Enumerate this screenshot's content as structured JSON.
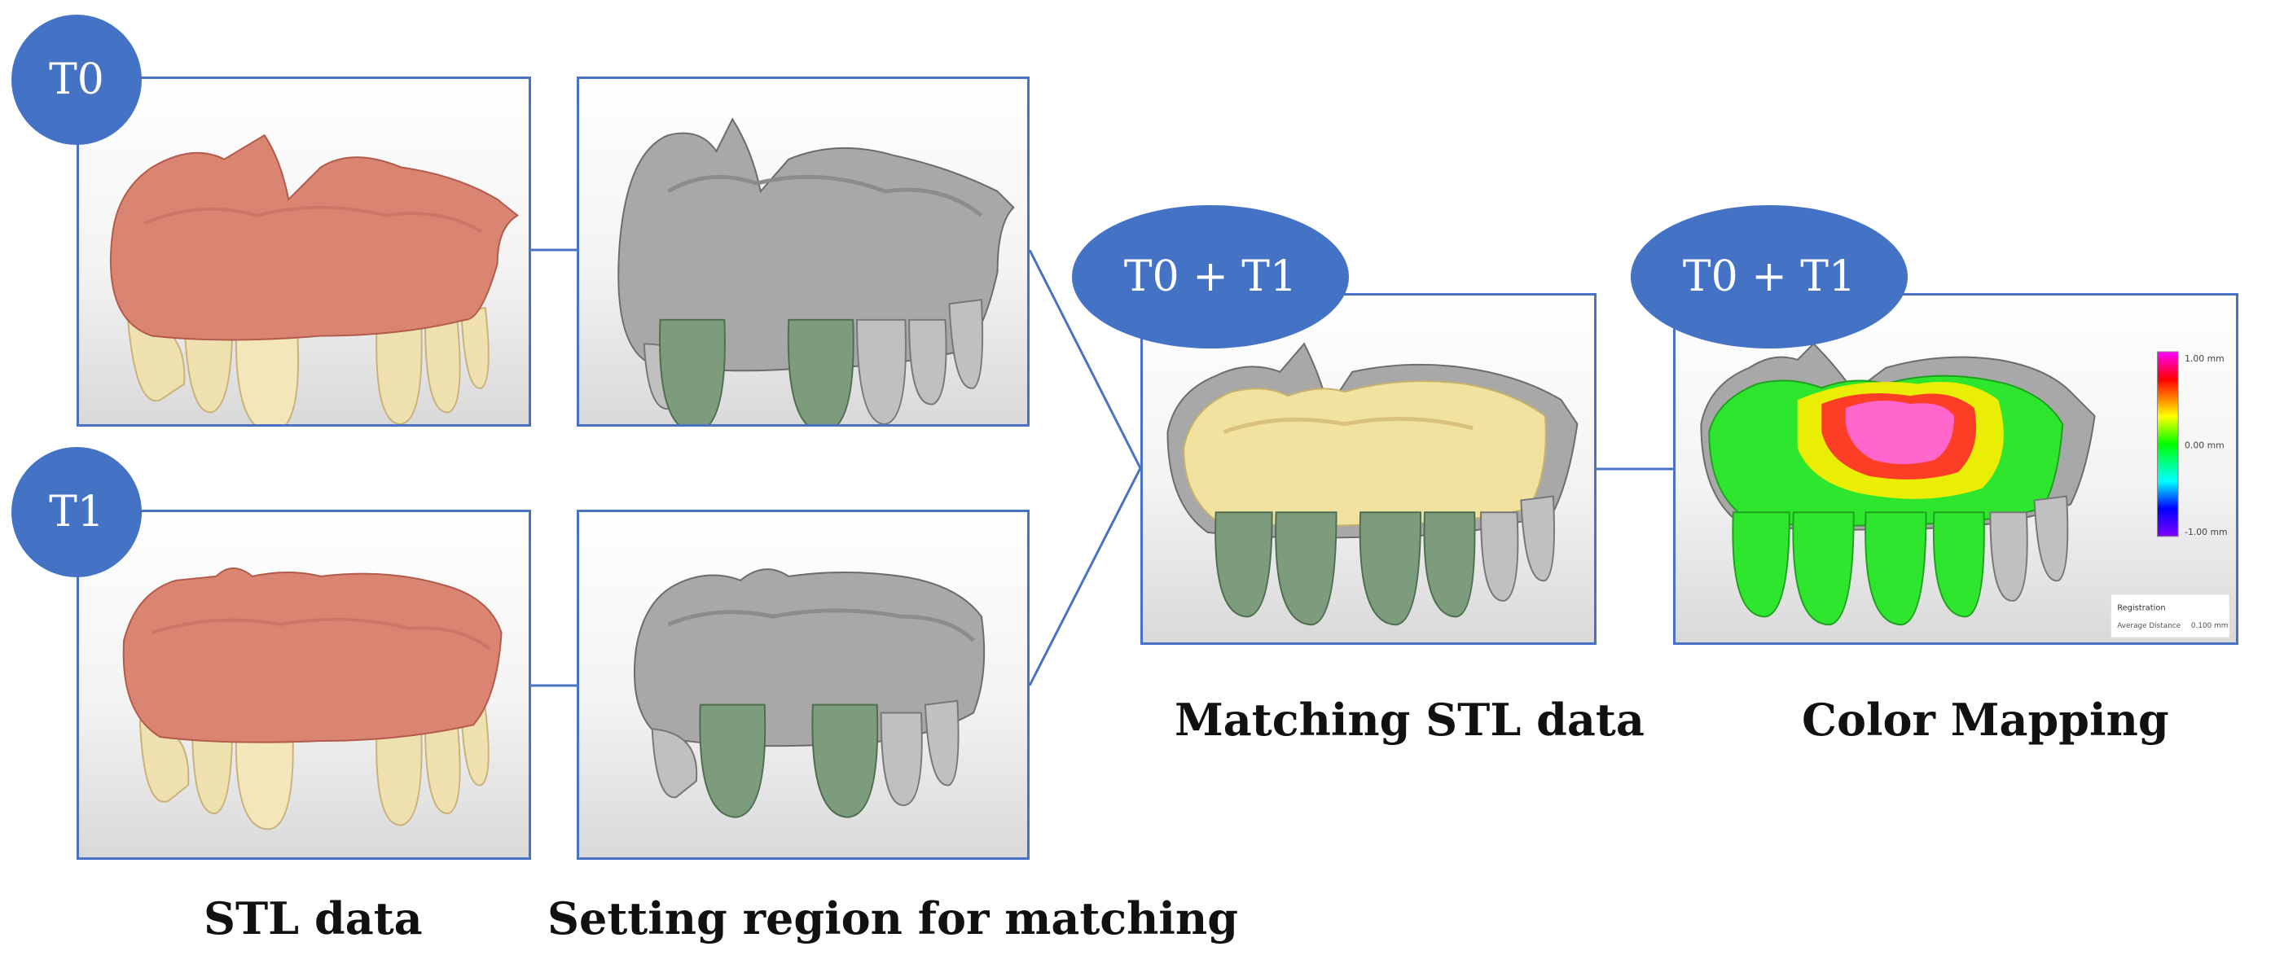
{
  "badges": {
    "t0": "T0",
    "t1": "T1",
    "match": "T0 + T1",
    "color": "T0 + T1"
  },
  "captions": {
    "stl": "STL data",
    "region": "Setting region for matching",
    "matching": "Matching STL data",
    "mapping": "Color Mapping"
  },
  "color_legend": {
    "top": "1.00 mm",
    "mid": "0.00 mm",
    "bottom": "-1.00 mm"
  },
  "registration": {
    "title": "Registration",
    "label": "Average Distance",
    "value": "0.100 mm"
  },
  "colors": {
    "border": "#4a72c4",
    "badge": "#4472c4",
    "gingiva": "#d98572",
    "teeth": "#efe0b0",
    "model_gray": "#a8a8a8",
    "region_green": "#7d9c7d",
    "matched_yellow": "#f2e2a0"
  }
}
